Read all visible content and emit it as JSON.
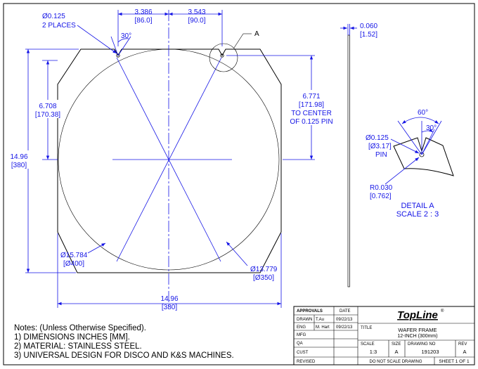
{
  "dimensions": {
    "pin_dia": "Ø0.125",
    "pin_places": "2 PLACES",
    "angle_30": "30°",
    "left_offset_in": "3.386",
    "left_offset_mm": "[86.0]",
    "right_offset_in": "3.543",
    "right_offset_mm": "[90.0]",
    "thickness_in": "0.060",
    "thickness_mm": "[1.52]",
    "flat_in": "6.708",
    "flat_mm": "[170.38]",
    "pin_center_in": "6.771",
    "pin_center_mm": "[171.98]",
    "pin_center_note1": "TO CENTER",
    "pin_center_note2": "OF 0.125 PIN",
    "height_in": "14.96",
    "height_mm": "[380]",
    "width_in": "14.96",
    "width_mm": "[380]",
    "outer_dia_in": "Ø15.784",
    "outer_dia_mm": "[Ø400]",
    "inner_dia_in": "Ø13.779",
    "inner_dia_mm": "[Ø350]",
    "detail_callout": "A"
  },
  "detail": {
    "angle_60": "60°",
    "angle_30": "30°",
    "pin_in": "Ø0.125",
    "pin_mm": "[Ø3.17]",
    "pin_word": "PIN",
    "radius_in": "R0.030",
    "radius_mm": "[0.762]",
    "title": "DETAIL A",
    "scale": "SCALE 2 : 3"
  },
  "notes": {
    "heading": "Notes: (Unless Otherwise Specified).",
    "items": [
      "1) DIMENSIONS INCHES [MM].",
      "2) MATERIAL: STAINLESS STEEL.",
      "3) UNIVERSAL DESIGN FOR DISCO AND K&S MACHINES."
    ]
  },
  "title_block": {
    "approvals": "APPROVALS",
    "date": "DATE",
    "rows": [
      {
        "label": "DRAWN",
        "name": "T.Au",
        "date": "09/22/13"
      },
      {
        "label": "ENG",
        "name": "M. Hart",
        "date": "09/22/13"
      },
      {
        "label": "MFG",
        "name": "",
        "date": ""
      },
      {
        "label": "QA",
        "name": "",
        "date": ""
      },
      {
        "label": "CUST",
        "name": "",
        "date": ""
      },
      {
        "label": "REVISED",
        "name": "",
        "date": ""
      }
    ],
    "logo": "TopLine",
    "title_label": "TITLE",
    "title_line1": "WAFER FRAME",
    "title_line2": "12-INCH (300mm)",
    "scale_label": "SCALE",
    "scale_value": "1:3",
    "size_label": "SIZE",
    "size_value": "A",
    "drawing_no_label": "DRAWING NO",
    "drawing_no_value": "191203",
    "rev_label": "REV",
    "rev_value": "A",
    "do_not_scale": "DO NOT SCALE DRAWING",
    "sheet": "SHEET 1 OF 1"
  }
}
